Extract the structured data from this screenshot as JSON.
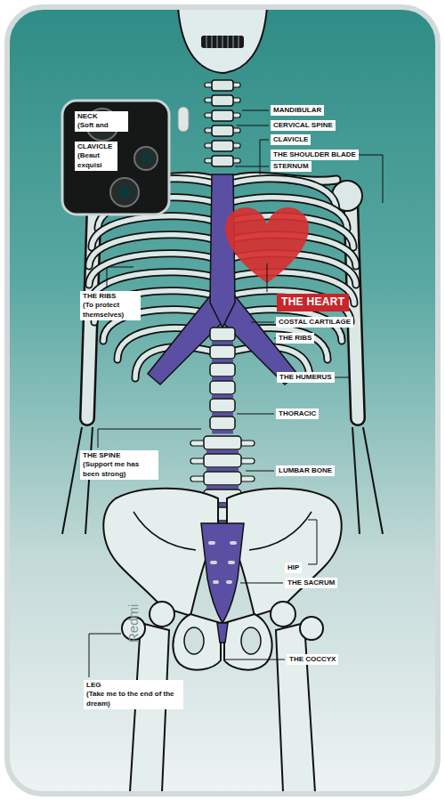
{
  "diagram": {
    "labels": [
      "NECK",
      "(Soft and",
      "CLAVICLE",
      "(Beaut",
      "exquisi",
      "MANDIBULAR",
      "CERVICAL SPINE",
      "CLAVICLE",
      "THE SHOULDER BLADE",
      "STERNUM",
      "THE HEART",
      "COSTAL CARTILAGE",
      "THE RIBS",
      "THE HUMERUS",
      "THORACIC",
      "LUMBAR BONE",
      "HIP",
      "THE SACRUM",
      "THE COCCYX",
      "THE RIBS",
      "(To protect themselves)",
      "THE SPINE",
      "(Support me has been strong)",
      "LEG",
      "(Take me to the end of the dream)",
      "Redmi"
    ]
  }
}
